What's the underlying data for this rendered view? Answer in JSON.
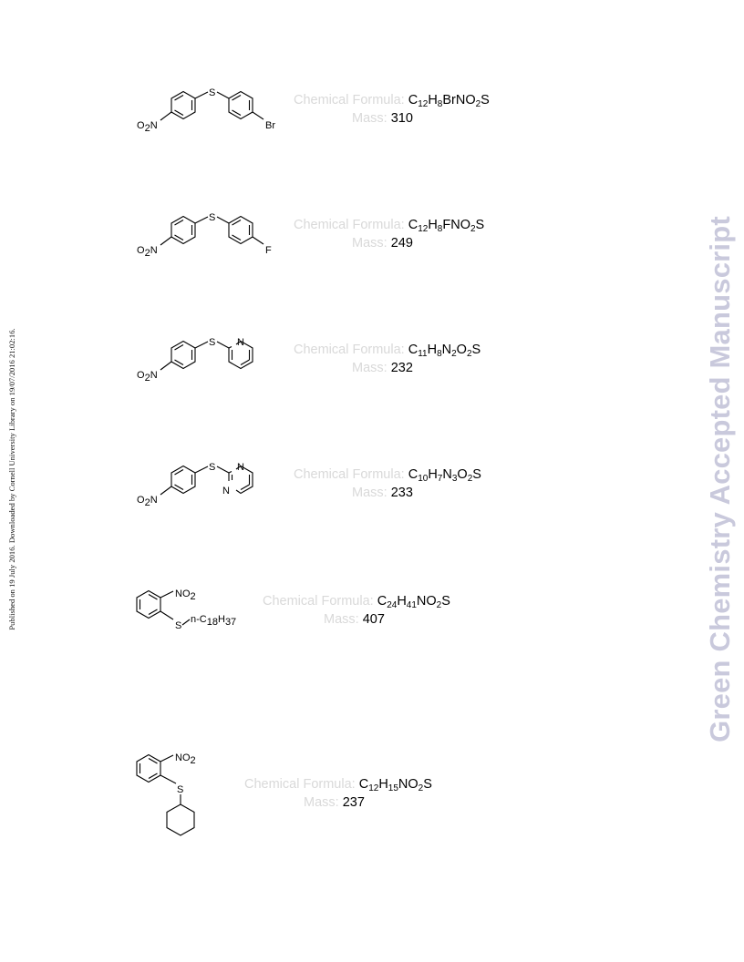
{
  "side_note": "Published on 19 July 2016. Downloaded by Cornell University Library on 19/07/2016 21:02:16.",
  "watermark": "Green Chemistry Accepted Manuscript",
  "labels": {
    "formula": "Chemical Formula:",
    "mass": "Mass:"
  },
  "compounds": [
    {
      "formula_parts": [
        "C",
        "12",
        "H",
        "8",
        "BrNO",
        "2",
        "S"
      ],
      "mass": "310",
      "atoms": {
        "left": "O2N",
        "sulfur": "S",
        "sub": "Br"
      }
    },
    {
      "formula_parts": [
        "C",
        "12",
        "H",
        "8",
        "FNO",
        "2",
        "S"
      ],
      "mass": "249",
      "atoms": {
        "left": "O2N",
        "sulfur": "S",
        "sub": "F"
      }
    },
    {
      "formula_parts": [
        "C",
        "11",
        "H",
        "8",
        "N",
        "2",
        "O",
        "2",
        "S"
      ],
      "mass": "232",
      "atoms": {
        "left": "O2N",
        "sulfur": "S",
        "ring_n": "N"
      }
    },
    {
      "formula_parts": [
        "C",
        "10",
        "H",
        "7",
        "N",
        "3",
        "O",
        "2",
        "S"
      ],
      "mass": "233",
      "atoms": {
        "left": "O2N",
        "sulfur": "S",
        "ring_n1": "N",
        "ring_n2": "N"
      }
    },
    {
      "formula_parts": [
        "C",
        "24",
        "H",
        "41",
        "NO",
        "2",
        "S"
      ],
      "mass": "407",
      "atoms": {
        "nitro": "NO2",
        "sulfur": "S",
        "chain": "n-C18H37"
      }
    },
    {
      "formula_parts": [
        "C",
        "12",
        "H",
        "15",
        "NO",
        "2",
        "S"
      ],
      "mass": "237",
      "atoms": {
        "nitro": "NO2",
        "sulfur": "S"
      }
    }
  ]
}
